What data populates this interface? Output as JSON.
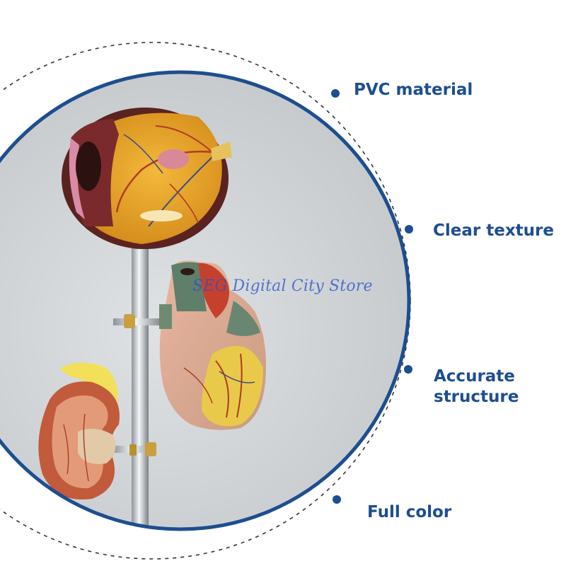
{
  "features": [
    {
      "label": "PVC material",
      "icon": "dot-icon"
    },
    {
      "label": "Clear texture",
      "icon": "dot-icon"
    },
    {
      "label": "Accurate",
      "label_line2": "structure",
      "icon": "dot-icon"
    },
    {
      "label": "Full color",
      "icon": "dot-icon"
    }
  ],
  "watermark": "SEG Digital City Store",
  "colors": {
    "accent": "#1d4e8f",
    "circle_border": "#1d4e8f",
    "photo_background": "#cfd3d6",
    "dashed_arc": "#333333"
  }
}
